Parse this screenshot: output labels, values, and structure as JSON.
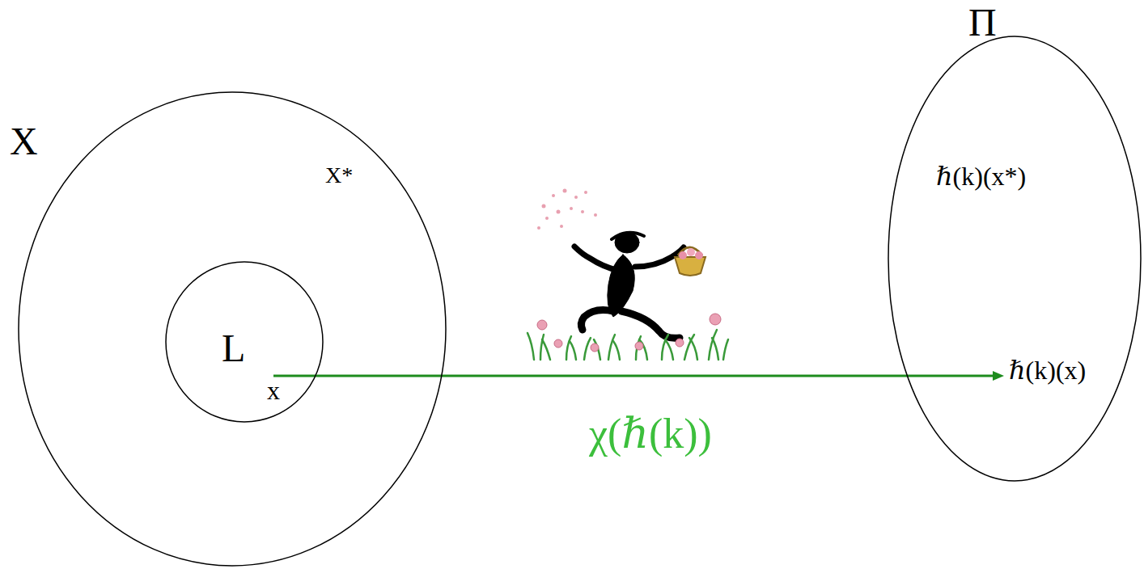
{
  "diagram": {
    "nodes": [
      {
        "text": [
          "X",
          "X*"
        ]
      },
      {
        "text": [
          "L",
          "x"
        ],
        "in": 0
      },
      {
        "text": [
          "Π",
          "ℏ(k)(x*)",
          "ℏ(k)(x)"
        ]
      }
    ],
    "edges": [
      {
        "from": 1,
        "to": 2,
        "arrow": "to",
        "label": "χ(ℏ(k))"
      }
    ]
  }
}
